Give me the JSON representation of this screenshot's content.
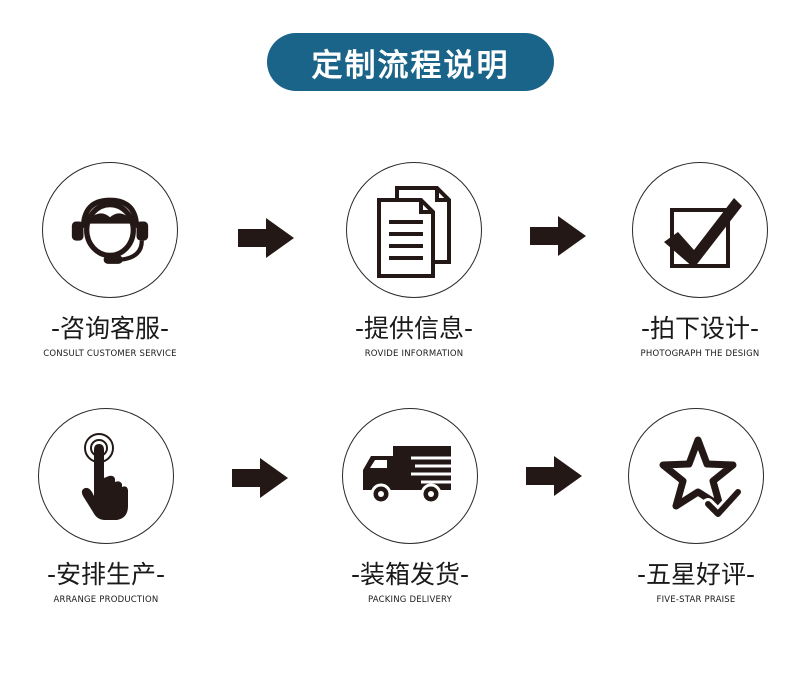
{
  "title": "定制流程说明",
  "steps": [
    {
      "cn": "-咨询客服-",
      "en": "CONSULT CUSTOMER SERVICE",
      "icon": "customer-service-headset-icon"
    },
    {
      "cn": "-提供信息-",
      "en": "ROVIDE INFORMATION",
      "icon": "documents-icon"
    },
    {
      "cn": "-拍下设计-",
      "en": "PHOTOGRAPH THE DESIGN",
      "icon": "checkbox-checked-icon"
    },
    {
      "cn": "-安排生产-",
      "en": "ARRANGE PRODUCTION",
      "icon": "touch-hand-icon"
    },
    {
      "cn": "-装箱发货-",
      "en": "PACKING DELIVERY",
      "icon": "delivery-truck-icon"
    },
    {
      "cn": "-五星好评-",
      "en": "FIVE-STAR PRAISE",
      "icon": "star-check-icon"
    }
  ],
  "colors": {
    "title_bg": "#1a6389",
    "title_text": "#ffffff",
    "icon": "#231815"
  }
}
